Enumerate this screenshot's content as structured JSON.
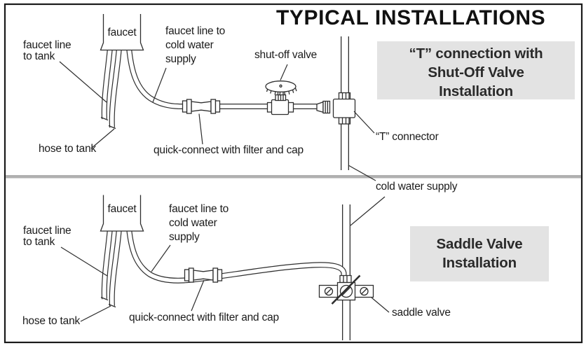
{
  "colors": {
    "line": "#2e2e2e",
    "label-text": "#1b1b1b",
    "title-text": "#111111",
    "heading-bg": "#e3e3e3",
    "heading-text": "#2a2a2a",
    "divider": "#b0b0b0"
  },
  "title": "TYPICAL INSTALLATIONS",
  "top_section": {
    "heading": "“T” connection with\nShut-Off Valve\nInstallation",
    "labels": {
      "faucet": "faucet",
      "faucet_line_to_tank": "faucet line\nto tank",
      "hose_to_tank": "hose to tank",
      "faucet_line_to_supply": "faucet line to\ncold water\nsupply",
      "shut_off_valve": "shut-off valve",
      "quick_connect": "quick-connect with filter and cap",
      "t_connector": "“T” connector"
    }
  },
  "divider_label": "cold water supply",
  "bottom_section": {
    "heading": "Saddle Valve\nInstallation",
    "labels": {
      "faucet": "faucet",
      "faucet_line_to_tank": "faucet line\nto tank",
      "hose_to_tank": "hose to tank",
      "faucet_line_to_supply": "faucet line to\ncold water\nsupply",
      "quick_connect": "quick-connect with filter and cap",
      "saddle_valve": "saddle valve"
    }
  }
}
